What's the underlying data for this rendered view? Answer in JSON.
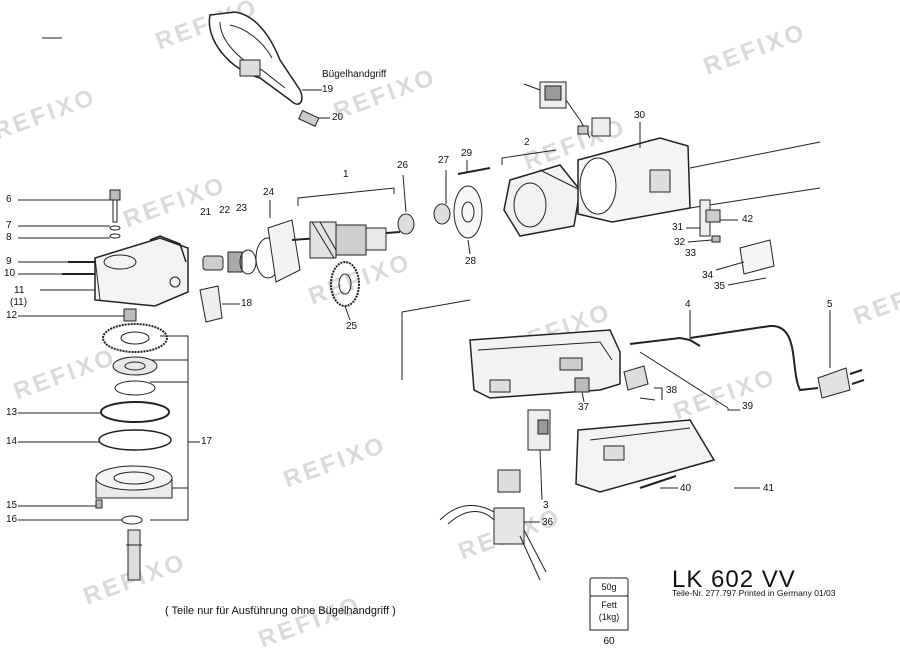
{
  "watermark": "REFIXO",
  "title": {
    "model": "LK 602 VV",
    "part_number_line": "Teile-Nr. 277.797 Printed in Germany 01/03"
  },
  "notes": {
    "handle_label": "Bügelhandgriff",
    "footer_note": "( Teile nur für Ausführung ohne Bügelhandgriff )"
  },
  "grease_jar": {
    "lid": "50g",
    "line1": "Fett",
    "line2": "(1kg)",
    "number": "60"
  },
  "part_labels": [
    "1",
    "2",
    "3",
    "4",
    "5",
    "6",
    "7",
    "8",
    "9",
    "10",
    "11",
    "(11)",
    "12",
    "13",
    "14",
    "15",
    "16",
    "17",
    "18",
    "19",
    "20",
    "21",
    "22",
    "23",
    "24",
    "25",
    "26",
    "27",
    "28",
    "29",
    "30",
    "31",
    "32",
    "33",
    "34",
    "35",
    "36",
    "37",
    "38",
    "39",
    "40",
    "41",
    "42"
  ]
}
